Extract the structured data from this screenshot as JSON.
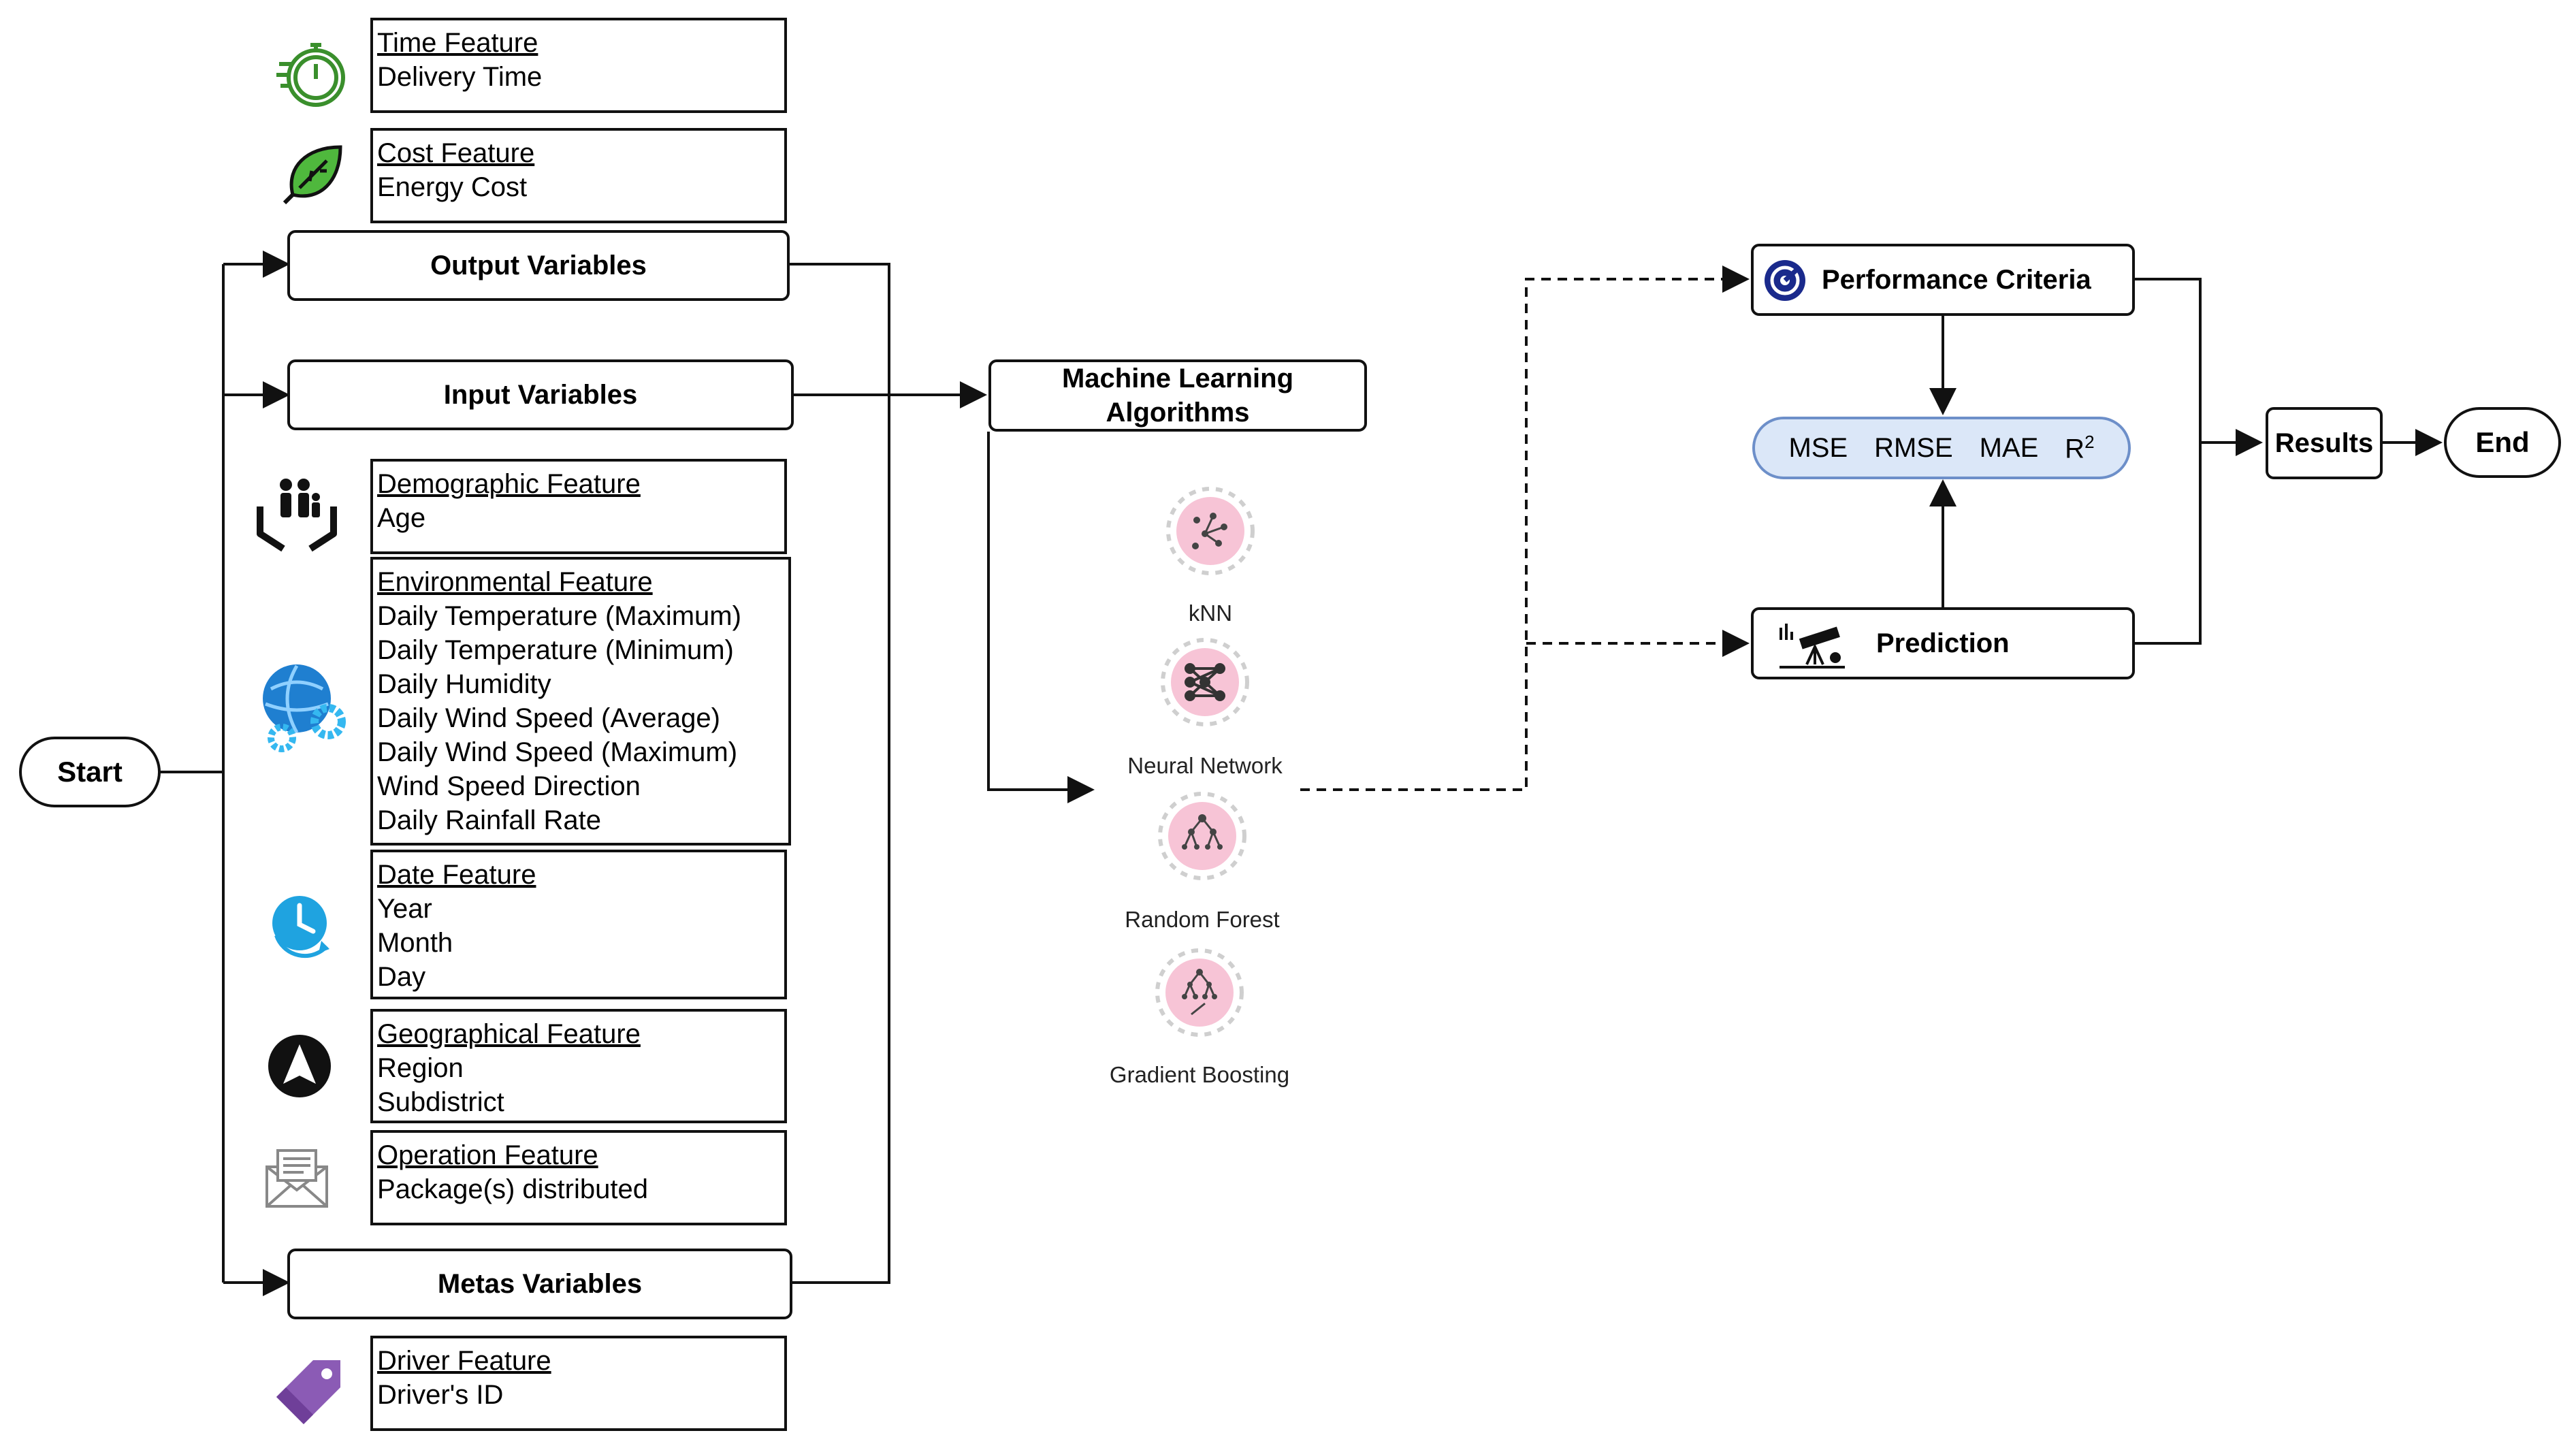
{
  "nodes": {
    "start": "Start",
    "output_variables": "Output Variables",
    "input_variables": "Input Variables",
    "metas_variables": "Metas Variables",
    "ml_algorithms_line1": "Machine Learning",
    "ml_algorithms_line2": "Algorithms",
    "performance_criteria": "Performance Criteria",
    "prediction": "Prediction",
    "results": "Results",
    "end": "End"
  },
  "features": {
    "time": {
      "title": "Time Feature",
      "items": [
        "Delivery Time"
      ]
    },
    "cost": {
      "title": "Cost Feature",
      "items": [
        "Energy Cost"
      ]
    },
    "demographic": {
      "title": "Demographic Feature",
      "items": [
        "Age"
      ]
    },
    "environmental": {
      "title": "Environmental Feature",
      "items": [
        "Daily Temperature (Maximum)",
        "Daily Temperature (Minimum)",
        "Daily Humidity",
        "Daily Wind Speed (Average)",
        "Daily Wind Speed (Maximum)",
        "Wind Speed Direction",
        "Daily Rainfall Rate"
      ]
    },
    "date": {
      "title": "Date Feature",
      "items": [
        "Year",
        "Month",
        "Day"
      ]
    },
    "geographical": {
      "title": "Geographical Feature",
      "items": [
        "Region",
        "Subdistrict"
      ]
    },
    "operation": {
      "title": "Operation Feature",
      "items": [
        "Package(s) distributed"
      ]
    },
    "driver": {
      "title": "Driver Feature",
      "items": [
        "Driver's ID"
      ]
    }
  },
  "algorithms": [
    "kNN",
    "Neural Network",
    "Random Forest",
    "Gradient Boosting"
  ],
  "metrics": {
    "mse": "MSE",
    "rmse": "RMSE",
    "mae": "MAE",
    "r2": "R",
    "r2_exp": "2"
  },
  "icons": {
    "time": "stopwatch-icon",
    "cost": "leaf-plug-icon",
    "demographic": "family-hands-icon",
    "environmental": "globe-gears-icon",
    "date": "clock-refresh-icon",
    "geographical": "navigation-arrow-icon",
    "operation": "envelope-icon",
    "driver": "tag-icon",
    "performance": "target-icon",
    "prediction": "telescope-icon"
  },
  "colors": {
    "line": "#111111",
    "algo_fill": "#f7c4d6",
    "algo_ring": "#cfcfcf",
    "metrics_fill": "#dbe7f8",
    "metrics_border": "#6d8fc9",
    "icon_green": "#3a8f2c",
    "icon_blue": "#1f8fd6",
    "icon_purple": "#8b5bb5",
    "icon_navy": "#1a2a8c"
  }
}
